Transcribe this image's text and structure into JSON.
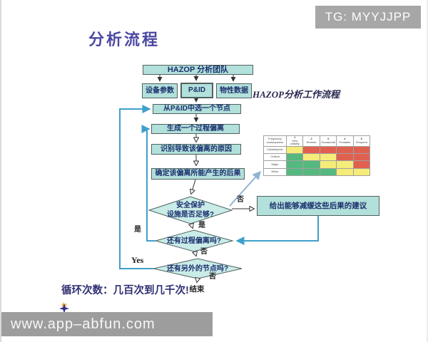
{
  "page": {
    "title": "分析流程",
    "watermark": "TG: MYYJJPP",
    "subtitle": "HAZOP分析工作流程",
    "loop_note": "循环次数：几百次到几千次!",
    "end_label": "结束",
    "footer_url": "www.app–abfun.com"
  },
  "flow": {
    "nodes": {
      "team": "HAZOP 分析团队",
      "equipment": "设备参数",
      "pid": "P&ID",
      "properties": "物性数据",
      "select_node": "从P&ID中选一个节点",
      "generate_deviation": "生成一个过程偏离",
      "identify_causes": "识别导致该偏离的原因",
      "determine_consequences": "确定该偏离所能产生的后果",
      "safeguards_line1": "安全保护",
      "safeguards_line2": "设施是否足够?",
      "more_deviations": "还有过程偏离吗?",
      "more_nodes": "还有另外的节点吗?",
      "suggest": "给出能够减缓这些后果的建议"
    },
    "labels": {
      "yes_zh": "是",
      "no_zh": "否",
      "yes_en": "Yes"
    }
  },
  "risk_matrix": {
    "corner_line1": "Frequency",
    "corner_line2": "consequence",
    "columns": [
      {
        "num": "1",
        "label": "Very unlikely"
      },
      {
        "num": "2",
        "label": "Remote"
      },
      {
        "num": "3",
        "label": "Occasional"
      },
      {
        "num": "4",
        "label": "Probable"
      },
      {
        "num": "5",
        "label": "Frequent"
      }
    ],
    "rows": [
      {
        "label": "Catastrophic",
        "cells": [
          "Y",
          "R",
          "R",
          "R",
          "R"
        ]
      },
      {
        "label": "Critical",
        "cells": [
          "G",
          "Y",
          "Y",
          "R",
          "R"
        ]
      },
      {
        "label": "Major",
        "cells": [
          "G",
          "G",
          "Y",
          "Y",
          "R"
        ]
      },
      {
        "label": "Minor",
        "cells": [
          "G",
          "G",
          "G",
          "Y",
          "Y"
        ]
      }
    ],
    "colors": {
      "R": "#e0604f",
      "Y": "#f6ec7a",
      "G": "#55b97f"
    }
  },
  "colors": {
    "node_fill": "#b2e0da",
    "node_border": "#51625f",
    "node_text": "#1c2f6e",
    "loop_line": "#3f9fcb",
    "matrix_link_line": "#8fb4d4",
    "title": "#4b48a3",
    "watermark_bg": "#a7a7a7",
    "footer_bg": "#9d9d9d"
  }
}
